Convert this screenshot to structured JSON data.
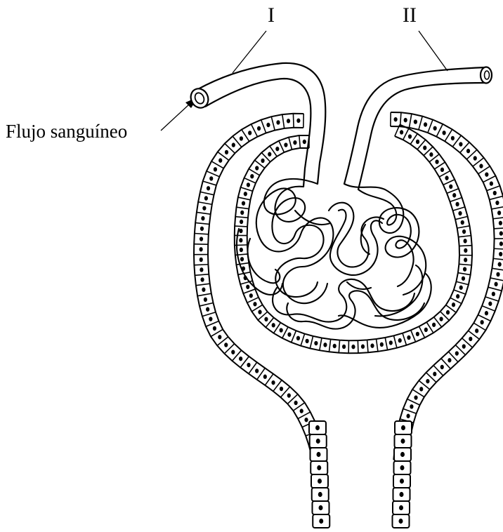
{
  "labels": {
    "vessel_1": "I",
    "vessel_2": "II",
    "blood_flow": "Flujo sanguíneo"
  },
  "colors": {
    "stroke": "#000000",
    "background": "#ffffff"
  }
}
